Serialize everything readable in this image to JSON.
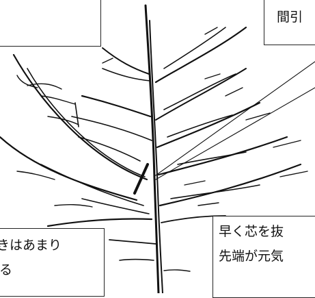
{
  "callouts": {
    "top_left": {
      "lines": []
    },
    "top_right": {
      "lines": [
        "間引"
      ]
    },
    "bottom_left": {
      "lines": [
        "きはあまり",
        "る"
      ]
    },
    "bottom_right": {
      "lines": [
        "早く芯を抜",
        "先端が元気"
      ]
    }
  },
  "colors": {
    "ink": "#111111",
    "background": "#ffffff",
    "box_border": "#222222"
  }
}
